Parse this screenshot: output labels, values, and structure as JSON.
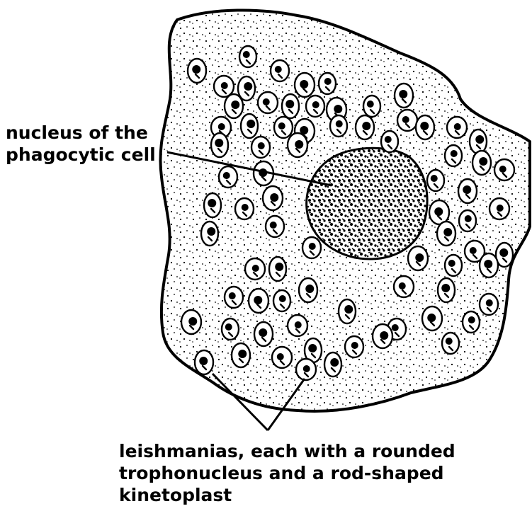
{
  "labels": {
    "nucleus": {
      "line1": "nucleus of the",
      "line2": "phagocytic cell"
    },
    "leishmanias": {
      "line1": "leishmanias, each with a rounded",
      "line2": "trophonucleus and a rod-shaped",
      "line3": "kinetoplast"
    }
  },
  "colors": {
    "ink": "#000000",
    "background": "#ffffff"
  }
}
